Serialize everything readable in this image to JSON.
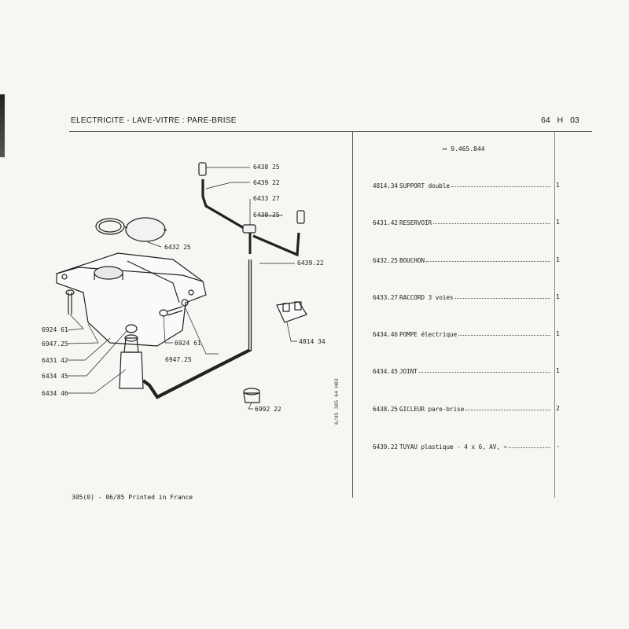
{
  "header": {
    "title": "ELECTRICITE - LAVE-VITRE : PARE-BRISE",
    "code": "64 H 03"
  },
  "diagram": {
    "callouts": [
      {
        "id": "c1",
        "label": "6438 25"
      },
      {
        "id": "c2",
        "label": "6439 22"
      },
      {
        "id": "c3",
        "label": "6433 27"
      },
      {
        "id": "c4",
        "label": "6438.25"
      },
      {
        "id": "c5",
        "label": "6432 25"
      },
      {
        "id": "c6",
        "label": "6439.22"
      },
      {
        "id": "c7",
        "label": "6924 61"
      },
      {
        "id": "c8",
        "label": "6947.25"
      },
      {
        "id": "c9",
        "label": "6431 42"
      },
      {
        "id": "c10",
        "label": "6434 45"
      },
      {
        "id": "c11",
        "label": "6434 46"
      },
      {
        "id": "c12",
        "label": "6924 61"
      },
      {
        "id": "c13",
        "label": "6947.25"
      },
      {
        "id": "c14",
        "label": "4814 34"
      },
      {
        "id": "c15",
        "label": "6992 22"
      }
    ],
    "vertical_code": "6/85 305 64 H03"
  },
  "parts": {
    "reference": "9.465.844",
    "items": [
      {
        "code": "4814.34",
        "desc": "SUPPORT double",
        "qty": "1"
      },
      {
        "code": "6431.42",
        "desc": "RESERVOIR",
        "qty": "1"
      },
      {
        "code": "6432.25",
        "desc": "BOUCHON",
        "qty": "1"
      },
      {
        "code": "6433.27",
        "desc": "RACCORD 3 voies",
        "qty": "1"
      },
      {
        "code": "6434.46",
        "desc": "POMPE électrique",
        "qty": "1"
      },
      {
        "code": "6434.45",
        "desc": "JOINT",
        "qty": "1"
      },
      {
        "code": "6438.25",
        "desc": "GICLEUR pare-brise",
        "qty": "2"
      },
      {
        "code": "6439.22",
        "desc": "TUYAU plastique - 4 x 6, AV, ✂",
        "qty": "-"
      }
    ]
  },
  "footer": {
    "text": "305(0) - 06/85 Printed in France"
  }
}
